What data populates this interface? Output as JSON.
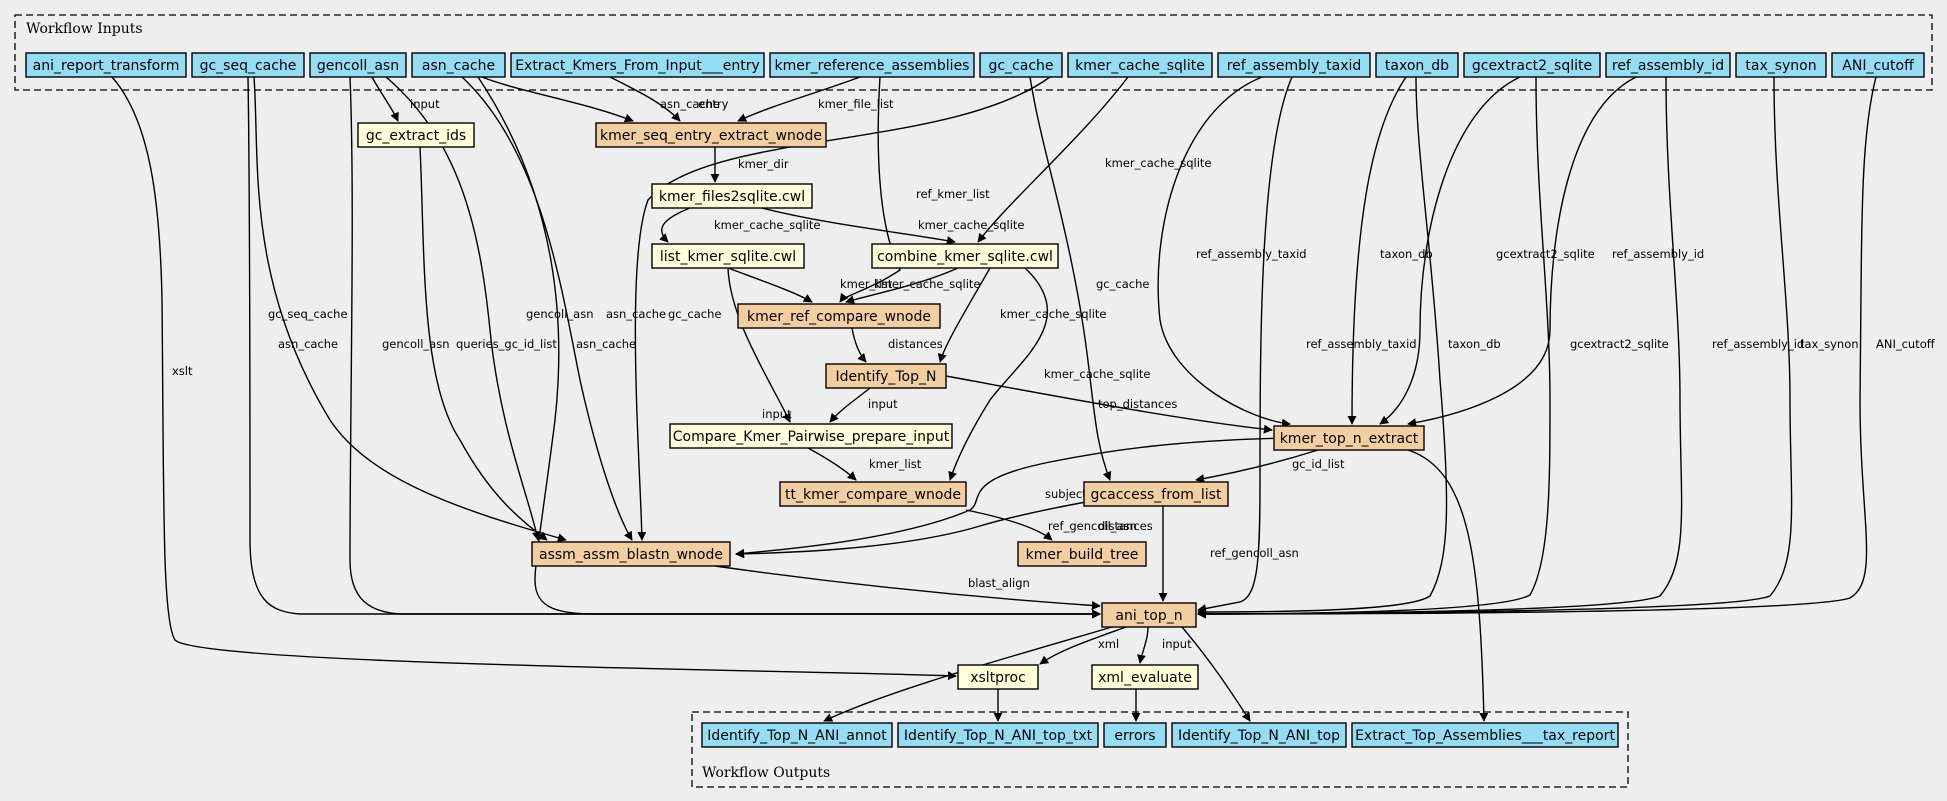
{
  "colors": {
    "background": "#eeeeee",
    "io": "#94ddf4",
    "tool": "#fffed8",
    "workflow": "#f3cea1",
    "border": "#000000"
  },
  "inputs_title": "Workflow Inputs",
  "outputs_title": "Workflow Outputs",
  "inputs": [
    "ani_report_transform",
    "gc_seq_cache",
    "gencoll_asn",
    "asn_cache",
    "Extract_Kmers_From_Input___entry",
    "kmer_reference_assemblies",
    "gc_cache",
    "kmer_cache_sqlite",
    "ref_assembly_taxid",
    "taxon_db",
    "gcextract2_sqlite",
    "ref_assembly_id",
    "tax_synon",
    "ANI_cutoff"
  ],
  "steps": [
    "gc_extract_ids",
    "kmer_seq_entry_extract_wnode",
    "kmer_files2sqlite.cwl",
    "list_kmer_sqlite.cwl",
    "combine_kmer_sqlite.cwl",
    "kmer_ref_compare_wnode",
    "Identify_Top_N",
    "Compare_Kmer_Pairwise_prepare_input",
    "kmer_top_n_extract",
    "tt_kmer_compare_wnode",
    "gcaccess_from_list",
    "assm_assm_blastn_wnode",
    "kmer_build_tree",
    "ani_top_n",
    "xsltproc",
    "xml_evaluate"
  ],
  "outputs": [
    "Identify_Top_N_ANI_annot",
    "Identify_Top_N_ANI_top_txt",
    "errors",
    "Identify_Top_N_ANI_top",
    "Extract_Top_Assemblies___tax_report"
  ],
  "edges": [
    {
      "from": "gencoll_asn",
      "to": "gc_extract_ids",
      "label": "input"
    },
    {
      "from": "asn_cache",
      "to": "kmer_seq_entry_extract_wnode",
      "label": "asn_cache"
    },
    {
      "from": "Extract_Kmers_From_Input___entry",
      "to": "kmer_seq_entry_extract_wnode",
      "label": "entry"
    },
    {
      "from": "kmer_reference_assemblies",
      "to": "kmer_seq_entry_extract_wnode",
      "label": "kmer_file_list"
    },
    {
      "from": "kmer_seq_entry_extract_wnode",
      "to": "kmer_files2sqlite.cwl",
      "label": "kmer_dir"
    },
    {
      "from": "kmer_files2sqlite.cwl",
      "to": "list_kmer_sqlite.cwl",
      "label": "kmer_cache_sqlite"
    },
    {
      "from": "kmer_files2sqlite.cwl",
      "to": "combine_kmer_sqlite.cwl",
      "label": "kmer_cache_sqlite"
    },
    {
      "from": "kmer_cache_sqlite",
      "to": "combine_kmer_sqlite.cwl",
      "label": "kmer_cache_sqlite"
    },
    {
      "from": "kmer_reference_assemblies",
      "to": "kmer_ref_compare_wnode",
      "label": "ref_kmer_list"
    },
    {
      "from": "list_kmer_sqlite.cwl",
      "to": "kmer_ref_compare_wnode",
      "label": "kmer_list"
    },
    {
      "from": "combine_kmer_sqlite.cwl",
      "to": "kmer_ref_compare_wnode",
      "label": "kmer_cache_sqlite"
    },
    {
      "from": "combine_kmer_sqlite.cwl",
      "to": "Identify_Top_N",
      "label": "kmer_cache_sqlite"
    },
    {
      "from": "kmer_ref_compare_wnode",
      "to": "Identify_Top_N",
      "label": "distances"
    },
    {
      "from": "list_kmer_sqlite.cwl",
      "to": "Compare_Kmer_Pairwise_prepare_input",
      "label": "input"
    },
    {
      "from": "Identify_Top_N",
      "to": "Compare_Kmer_Pairwise_prepare_input",
      "label": "input"
    },
    {
      "from": "Identify_Top_N",
      "to": "kmer_top_n_extract",
      "label": "top_distances"
    },
    {
      "from": "ref_assembly_taxid",
      "to": "kmer_top_n_extract",
      "label": "ref_assembly_taxid"
    },
    {
      "from": "taxon_db",
      "to": "kmer_top_n_extract",
      "label": "taxon_db"
    },
    {
      "from": "gcextract2_sqlite",
      "to": "kmer_top_n_extract",
      "label": "gcextract2_sqlite"
    },
    {
      "from": "ref_assembly_id",
      "to": "kmer_top_n_extract",
      "label": "ref_assembly_id"
    },
    {
      "from": "Compare_Kmer_Pairwise_prepare_input",
      "to": "tt_kmer_compare_wnode",
      "label": "kmer_list"
    },
    {
      "from": "combine_kmer_sqlite.cwl",
      "to": "tt_kmer_compare_wnode",
      "label": "kmer_cache_sqlite"
    },
    {
      "from": "gc_cache",
      "to": "gcaccess_from_list",
      "label": "gc_cache"
    },
    {
      "from": "kmer_top_n_extract",
      "to": "gcaccess_from_list",
      "label": "gc_id_list"
    },
    {
      "from": "gc_seq_cache",
      "to": "assm_assm_blastn_wnode",
      "label": "gc_seq_cache"
    },
    {
      "from": "gc_extract_ids",
      "to": "assm_assm_blastn_wnode",
      "label": "queries_gc_id_list"
    },
    {
      "from": "gencoll_asn",
      "to": "assm_assm_blastn_wnode",
      "label": "gencoll_asn"
    },
    {
      "from": "asn_cache",
      "to": "assm_assm_blastn_wnode",
      "label": "asn_cache"
    },
    {
      "from": "gc_cache",
      "to": "assm_assm_blastn_wnode",
      "label": "gc_cache"
    },
    {
      "from": "kmer_top_n_extract",
      "to": "assm_assm_blastn_wnode",
      "label": "subjects_gc_id_list"
    },
    {
      "from": "gcaccess_from_list",
      "to": "assm_assm_blastn_wnode",
      "label": "ref_gencoll_asn"
    },
    {
      "from": "tt_kmer_compare_wnode",
      "to": "kmer_build_tree",
      "label": "distances"
    },
    {
      "from": "gc_seq_cache",
      "to": "ani_top_n",
      "label": "asn_cache"
    },
    {
      "from": "gencoll_asn",
      "to": "ani_top_n",
      "label": "gencoll_asn"
    },
    {
      "from": "asn_cache",
      "to": "ani_top_n",
      "label": "asn_cache"
    },
    {
      "from": "assm_assm_blastn_wnode",
      "to": "ani_top_n",
      "label": "blast_align"
    },
    {
      "from": "gcaccess_from_list",
      "to": "ani_top_n",
      "label": "ref_gencoll_asn"
    },
    {
      "from": "ref_assembly_taxid",
      "to": "ani_top_n",
      "label": "ref_assembly_taxid"
    },
    {
      "from": "taxon_db",
      "to": "ani_top_n",
      "label": "taxon_db"
    },
    {
      "from": "gcextract2_sqlite",
      "to": "ani_top_n",
      "label": "gcextract2_sqlite"
    },
    {
      "from": "ref_assembly_id",
      "to": "ani_top_n",
      "label": "ref_assembly_id"
    },
    {
      "from": "tax_synon",
      "to": "ani_top_n",
      "label": "tax_synon"
    },
    {
      "from": "ANI_cutoff",
      "to": "ani_top_n",
      "label": "ANI_cutoff"
    },
    {
      "from": "ani_report_transform",
      "to": "xsltproc",
      "label": "xslt"
    },
    {
      "from": "ani_top_n",
      "to": "xsltproc",
      "label": "xml"
    },
    {
      "from": "ani_top_n",
      "to": "xml_evaluate",
      "label": "input"
    },
    {
      "from": "ani_top_n",
      "to": "Identify_Top_N_ANI_annot",
      "label": ""
    },
    {
      "from": "xsltproc",
      "to": "Identify_Top_N_ANI_top_txt",
      "label": ""
    },
    {
      "from": "xml_evaluate",
      "to": "errors",
      "label": ""
    },
    {
      "from": "ani_top_n",
      "to": "Identify_Top_N_ANI_top",
      "label": ""
    },
    {
      "from": "kmer_top_n_extract",
      "to": "Extract_Top_Assemblies___tax_report",
      "label": ""
    }
  ]
}
